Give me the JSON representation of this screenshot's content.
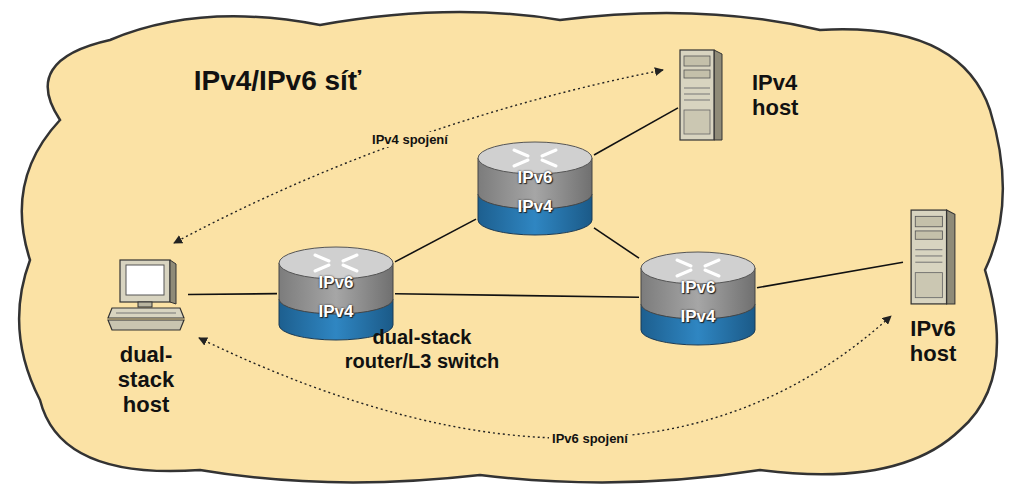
{
  "diagram": {
    "title": "IPv4/IPv6 síť",
    "nodes": [
      {
        "text": [
          "IPv4 host"
        ]
      },
      {
        "text": [
          "IPv6",
          "IPv4"
        ]
      },
      {
        "text": [
          "IPv6 host"
        ]
      },
      {
        "text": [
          "dual-stack host"
        ]
      },
      {
        "text": [
          "IPv6",
          "IPv4",
          "dual-stack router/L3 switch"
        ]
      },
      {
        "text": [
          "IPv6",
          "IPv4"
        ]
      }
    ],
    "edges": [
      {
        "from": 3,
        "to": 4,
        "arrow": "none"
      },
      {
        "from": 4,
        "to": 1,
        "arrow": "none"
      },
      {
        "from": 1,
        "to": 0,
        "arrow": "none"
      },
      {
        "from": 1,
        "to": 5,
        "arrow": "none"
      },
      {
        "from": 4,
        "to": 5,
        "arrow": "none"
      },
      {
        "from": 5,
        "to": 2,
        "arrow": "none"
      },
      {
        "from": 0,
        "to": 3,
        "label": "IPv4 spojení",
        "arrow": "both"
      },
      {
        "from": 3,
        "to": 2,
        "label": "IPv6 spojení",
        "arrow": "both"
      }
    ]
  }
}
